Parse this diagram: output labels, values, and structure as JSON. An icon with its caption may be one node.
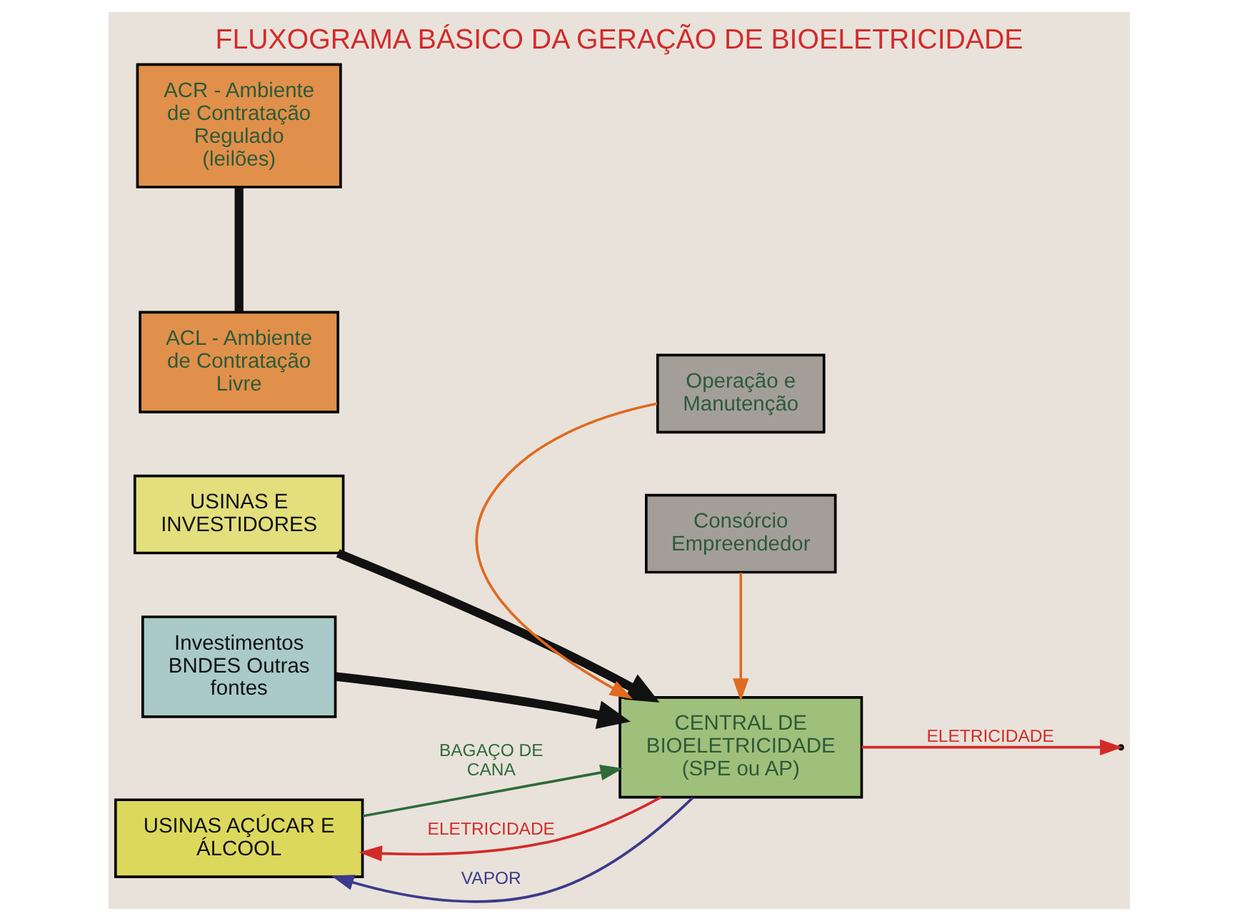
{
  "diagram": {
    "title": "FLUXOGRAMA BÁSICO DA GERAÇÃO DE BIOELETRICIDADE",
    "nodes": [
      {
        "text": [
          "USINAS E INVESTIDORES"
        ]
      },
      {
        "text": [
          "Investimentos BNDES Outras fontes"
        ]
      },
      {
        "text": [
          "Operação e Manutenção"
        ]
      },
      {
        "text": [
          "ACR - Ambiente de Contratação Regulado (leilões)"
        ]
      },
      {
        "text": [
          "USINAS AÇÚCAR E ÁLCOOL"
        ]
      },
      {
        "text": [
          "CENTRAL DE BIOELETRICIDADE (SPE ou AP)"
        ]
      },
      {
        "text": [
          "ACL - Ambiente de Contratação Livre"
        ]
      },
      {
        "text": [
          "Consórcio Empreendedor"
        ]
      }
    ],
    "edges": [
      {
        "from": 0,
        "to": 5,
        "arrow": "to",
        "style": "thick",
        "color": "#111111"
      },
      {
        "from": 1,
        "to": 5,
        "arrow": "to",
        "style": "thick",
        "color": "#111111"
      },
      {
        "from": 5,
        "to": 4,
        "arrow": "to",
        "label": "ELETRICIDADE",
        "color": "#d42a2a"
      },
      {
        "from": 5,
        "to": 4,
        "arrow": "to",
        "label": "VAPOR",
        "color": "#3c3a8a"
      },
      {
        "from": 4,
        "to": 5,
        "arrow": "to",
        "label": "BAGAÇO DE CANA",
        "color": "#2f6a3a"
      },
      {
        "from": 2,
        "to": 5,
        "arrow": "to",
        "color": "#e06a20"
      },
      {
        "from": 7,
        "to": 5,
        "arrow": "to",
        "color": "#e06a20"
      },
      {
        "from": 5,
        "to": null,
        "arrow": "to",
        "label": "ELETRICIDADE",
        "color": "#d42a2a"
      },
      {
        "from": 3,
        "to": 6,
        "arrow": "none",
        "style": "thick",
        "color": "#111111"
      }
    ]
  }
}
